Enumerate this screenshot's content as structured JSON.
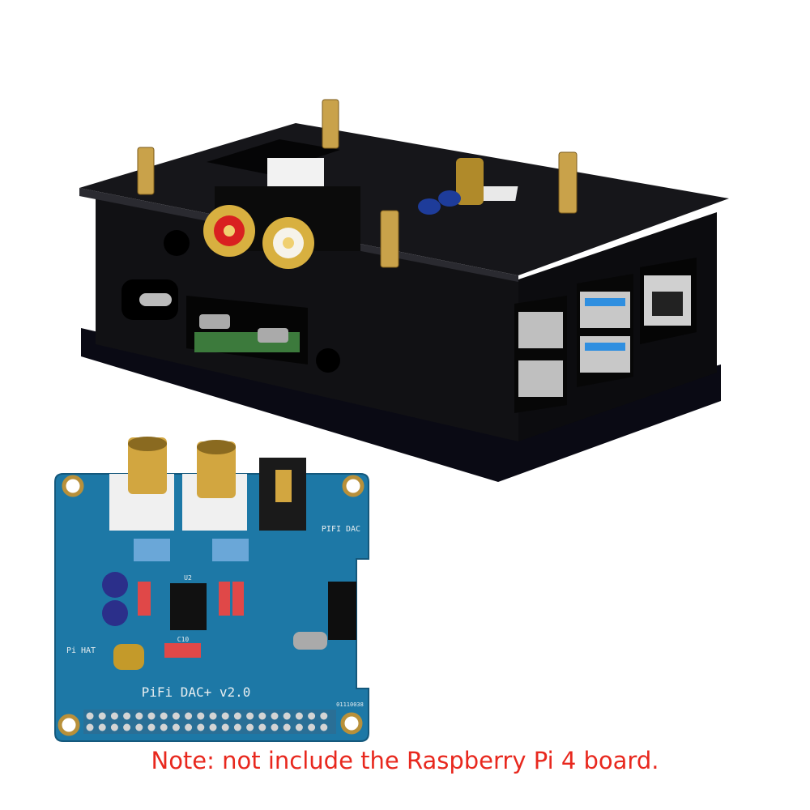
{
  "caption": "Note: not include the Raspberry Pi 4 board.",
  "board_labels": {
    "title": "PiFi DAC+ v2.0",
    "top_tag": "PIFI DAC",
    "hat_tag": "Pi HAT",
    "serial": "01110038",
    "chip": "U2",
    "c10": "C10"
  },
  "colors": {
    "caption": "#e8281e",
    "case": "#0b0b0d",
    "board": "#1d78a6",
    "brass": "#c9a24a"
  }
}
